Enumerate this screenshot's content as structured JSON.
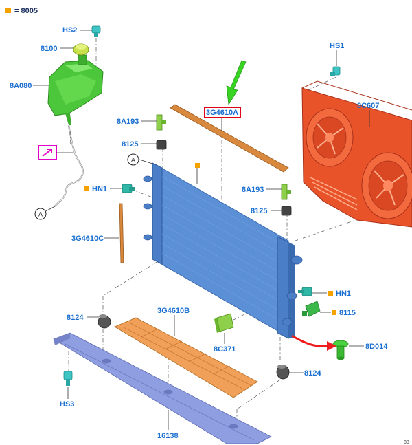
{
  "legend": {
    "text": "= 8005",
    "color": "#f5a100"
  },
  "labels": {
    "hs2": "HS2",
    "p8100": "8100",
    "p8a080": "8A080",
    "hs1": "HS1",
    "p8c607": "8C607",
    "p3g4610a": "3G4610A",
    "p8a193_left": "8A193",
    "p8125_left": "8125",
    "circle_a_top": "A",
    "hn1_left": "HN1",
    "circle_a_left": "A",
    "p8a193_right": "8A193",
    "p8125_right": "8125",
    "p3g4610c": "3G4610C",
    "hn1_right": "HN1",
    "p8124_left": "8124",
    "p3g4610b": "3G4610B",
    "p8115": "8115",
    "p8c371": "8C371",
    "p8d014": "8D014",
    "p8124_right": "8124",
    "hs3": "HS3",
    "p16138": "16138",
    "corner_code": "88"
  },
  "colors": {
    "radiator": "#5b8fd6",
    "radiator_frame": "#3c6bb0",
    "fan": "#e8532a",
    "reservoir": "#4cc63a",
    "seal": "#d9893e",
    "deflector": "#f0a058",
    "crossmember": "#8f9ee0",
    "highlight_box": "#e0001a",
    "callout_box": "#e400c8",
    "arrow_green": "#39d423",
    "arrow_red": "#ee1c1c",
    "orange_marker": "#f5a100"
  }
}
